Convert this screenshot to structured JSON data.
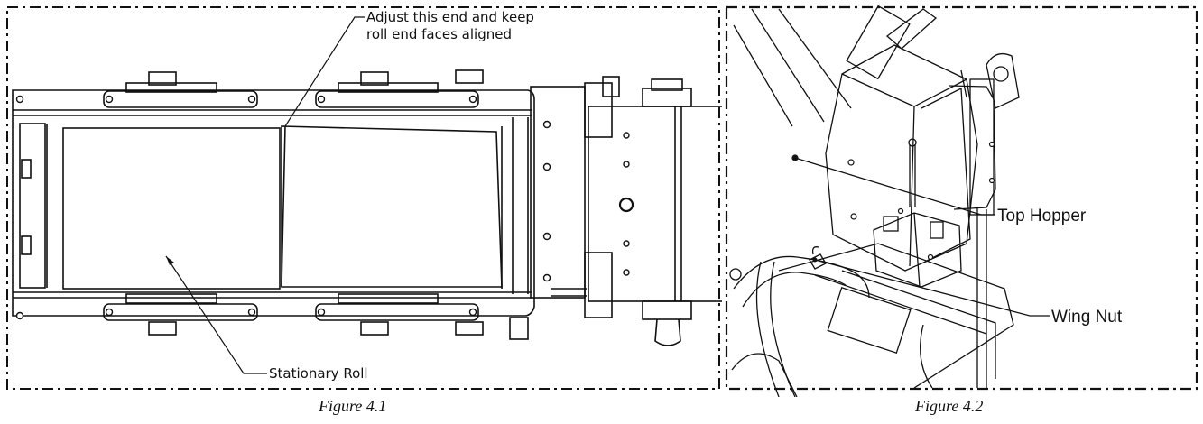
{
  "figure_1": {
    "caption": "Figure 4.1",
    "callouts": {
      "adjust_line1": "Adjust this end and keep",
      "adjust_line2": "roll end faces aligned",
      "stationary_roll": "Stationary Roll"
    }
  },
  "figure_2": {
    "caption": "Figure 4.2",
    "callouts": {
      "top_hopper": "Top Hopper",
      "wing_nut": "Wing Nut"
    }
  },
  "colors": {
    "line": "#111111",
    "background": "#ffffff"
  }
}
